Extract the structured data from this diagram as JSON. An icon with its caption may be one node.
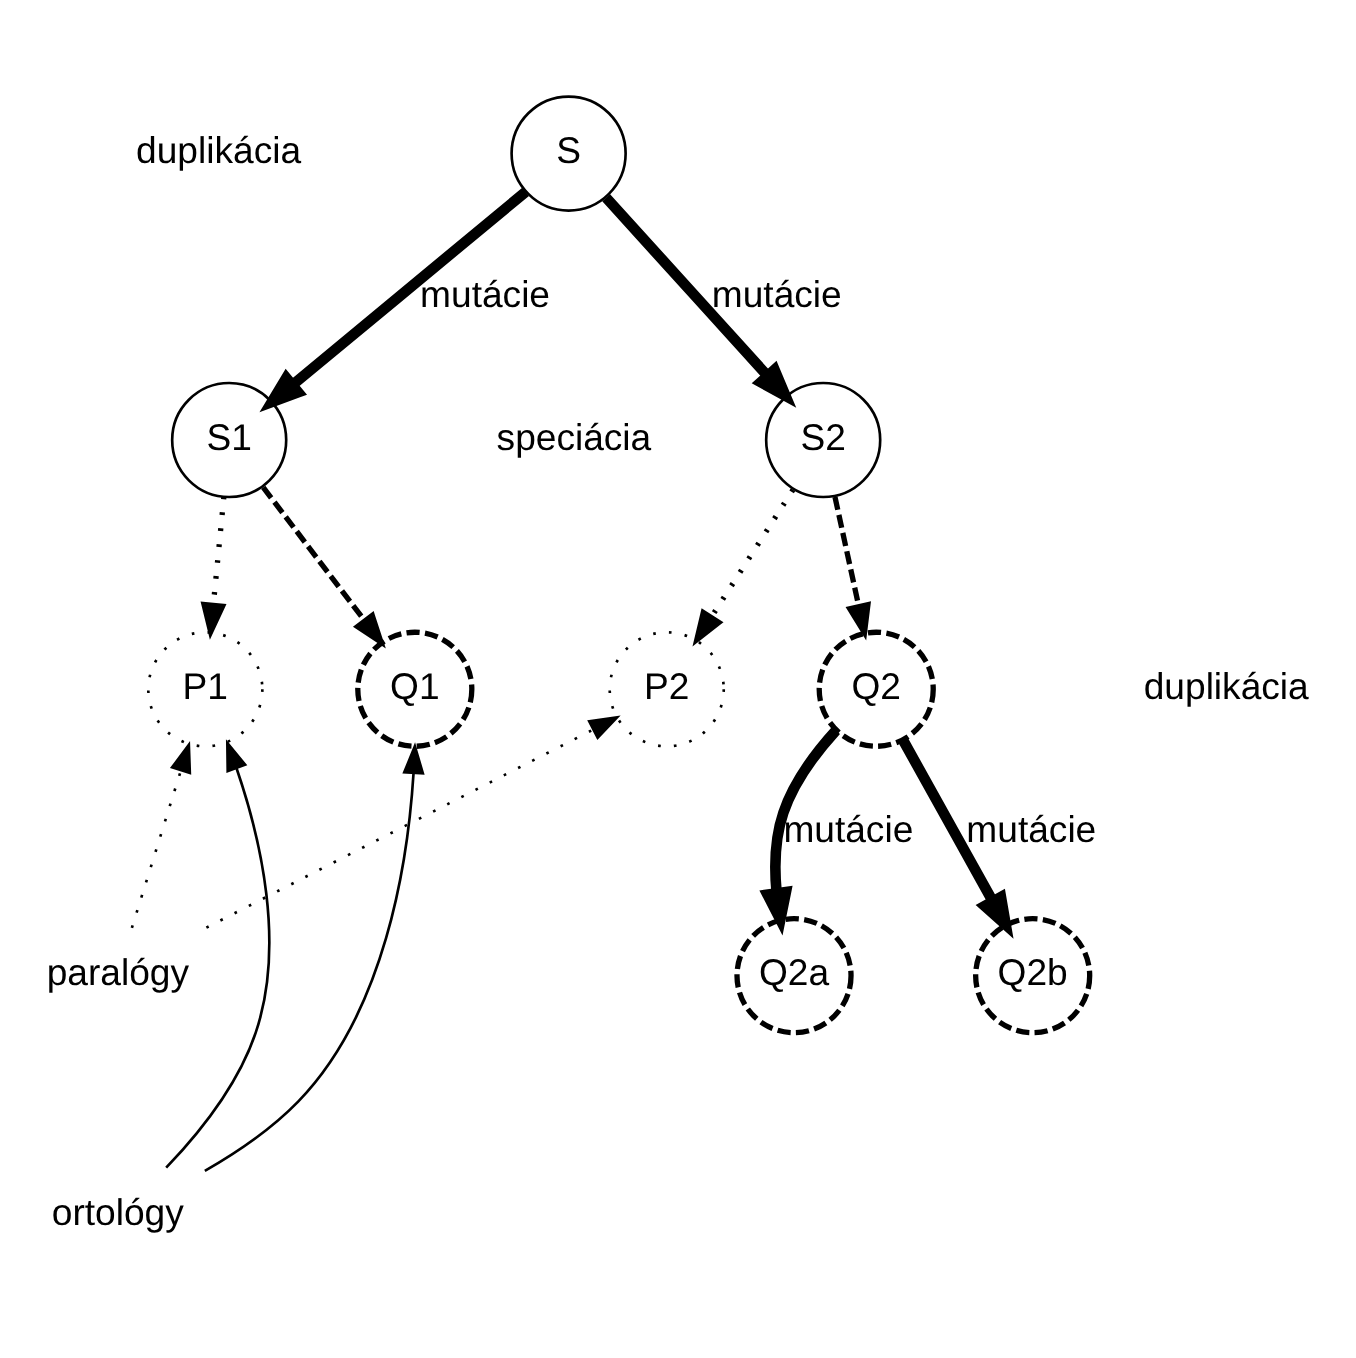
{
  "diagram": {
    "nodes": [
      {
        "text": [
          "S"
        ]
      },
      {
        "text": [
          "S1"
        ]
      },
      {
        "text": [
          "S2"
        ]
      },
      {
        "text": [
          "P1"
        ]
      },
      {
        "text": [
          "Q1"
        ]
      },
      {
        "text": [
          "P2"
        ]
      },
      {
        "text": [
          "Q2"
        ]
      },
      {
        "text": [
          "Q2a"
        ]
      },
      {
        "text": [
          "Q2b"
        ]
      },
      {
        "text": [
          "paralógy"
        ]
      },
      {
        "text": [
          "ortológy"
        ]
      }
    ],
    "edges": [
      {
        "from": 0,
        "to": 1,
        "arrow": "to",
        "label": "mutácie",
        "style": "thick"
      },
      {
        "from": 0,
        "to": 2,
        "arrow": "to",
        "label": "mutácie",
        "style": "thick"
      },
      {
        "from": 1,
        "to": 3,
        "arrow": "to",
        "style": "dashed"
      },
      {
        "from": 1,
        "to": 4,
        "arrow": "to",
        "style": "dashed"
      },
      {
        "from": 2,
        "to": 5,
        "arrow": "to",
        "style": "dashed"
      },
      {
        "from": 2,
        "to": 6,
        "arrow": "to",
        "style": "dashed"
      },
      {
        "from": 6,
        "to": 7,
        "arrow": "to",
        "label": "mutácie",
        "style": "thick"
      },
      {
        "from": 6,
        "to": 8,
        "arrow": "to",
        "label": "mutácie",
        "style": "thick"
      },
      {
        "from": 9,
        "to": 3,
        "arrow": "to",
        "style": "dashed"
      },
      {
        "from": 9,
        "to": 5,
        "arrow": "to",
        "style": "dashed"
      },
      {
        "from": 10,
        "to": 3,
        "arrow": "to"
      },
      {
        "from": 10,
        "to": 4,
        "arrow": "to"
      }
    ],
    "labels": [
      "duplikácia",
      "speciácia",
      "duplikácia"
    ]
  }
}
